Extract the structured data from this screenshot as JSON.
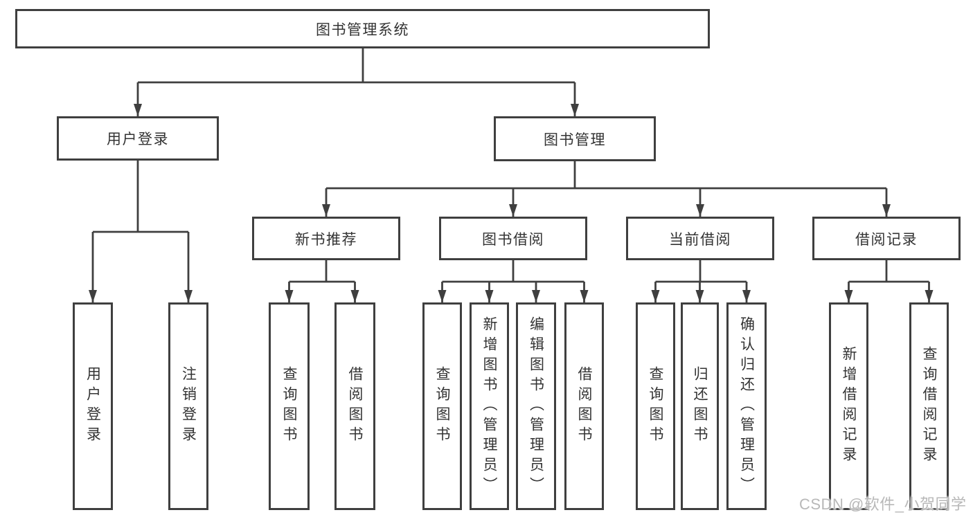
{
  "colors": {
    "background": "#ffffff",
    "line": "#3f3f3f",
    "box_border": "#3f3f3f",
    "text": "#333333",
    "watermark": "#b8b8b8"
  },
  "diagram": {
    "root": {
      "label": "图书管理系统"
    },
    "branches": [
      {
        "label": "用户登录",
        "children": [
          {
            "label": "用户登录"
          },
          {
            "label": "注销登录"
          }
        ]
      },
      {
        "label": "图书管理",
        "children": [
          {
            "label": "新书推荐",
            "children": [
              {
                "label": "查询图书"
              },
              {
                "label": "借阅图书"
              }
            ]
          },
          {
            "label": "图书借阅",
            "children": [
              {
                "label": "查询图书"
              },
              {
                "label": "新增图书（管理员）"
              },
              {
                "label": "编辑图书（管理员）"
              },
              {
                "label": "借阅图书"
              }
            ]
          },
          {
            "label": "当前借阅",
            "children": [
              {
                "label": "查询图书"
              },
              {
                "label": "归还图书"
              },
              {
                "label": "确认归还（管理员）"
              }
            ]
          },
          {
            "label": "借阅记录",
            "children": [
              {
                "label": "新增借阅记录"
              },
              {
                "label": "查询借阅记录"
              }
            ]
          }
        ]
      }
    ]
  },
  "watermark": {
    "text": "CSDN @软件_小贺同学"
  }
}
